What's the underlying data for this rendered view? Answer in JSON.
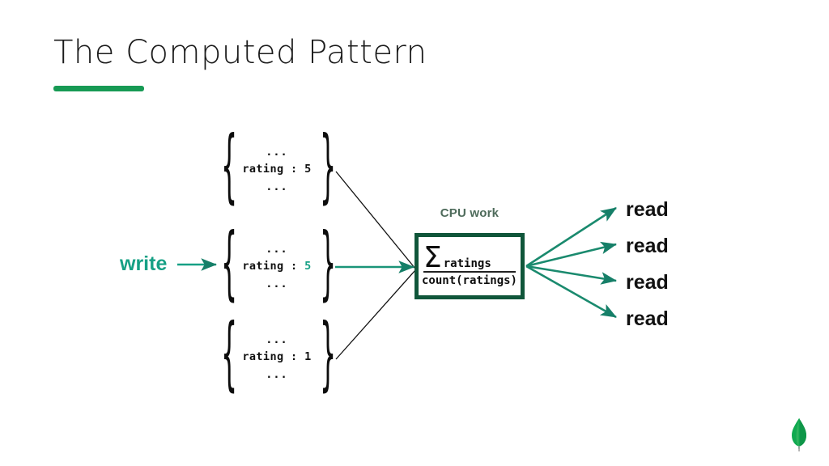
{
  "slide": {
    "title": "The Computed Pattern",
    "accent_color": "#179a54",
    "teal_color": "#16a085",
    "box_border_color": "#10563a",
    "background": "#ffffff"
  },
  "diagram": {
    "write_label": "write",
    "cpu_work_label": "CPU work",
    "compute_box": {
      "sigma_symbol": "Σ",
      "numerator": "ratings",
      "denominator": "count(ratings)"
    },
    "documents": [
      {
        "top_ellipsis": "...",
        "field": "rating : 5",
        "field_key": "rating :",
        "field_value": "5",
        "value_color": "#111111",
        "bottom_ellipsis": "...",
        "open_brace": "{",
        "close_brace": "}"
      },
      {
        "top_ellipsis": "...",
        "field": "rating : 5",
        "field_key": "rating :",
        "field_value": "5",
        "value_color": "#16a085",
        "bottom_ellipsis": "...",
        "open_brace": "{",
        "close_brace": "}"
      },
      {
        "top_ellipsis": "...",
        "field": "rating : 1",
        "field_key": "rating :",
        "field_value": "1",
        "value_color": "#111111",
        "bottom_ellipsis": "...",
        "open_brace": "{",
        "close_brace": "}"
      }
    ],
    "read_labels": [
      "read",
      "read",
      "read",
      "read"
    ],
    "logo": "mongodb-leaf-icon"
  }
}
